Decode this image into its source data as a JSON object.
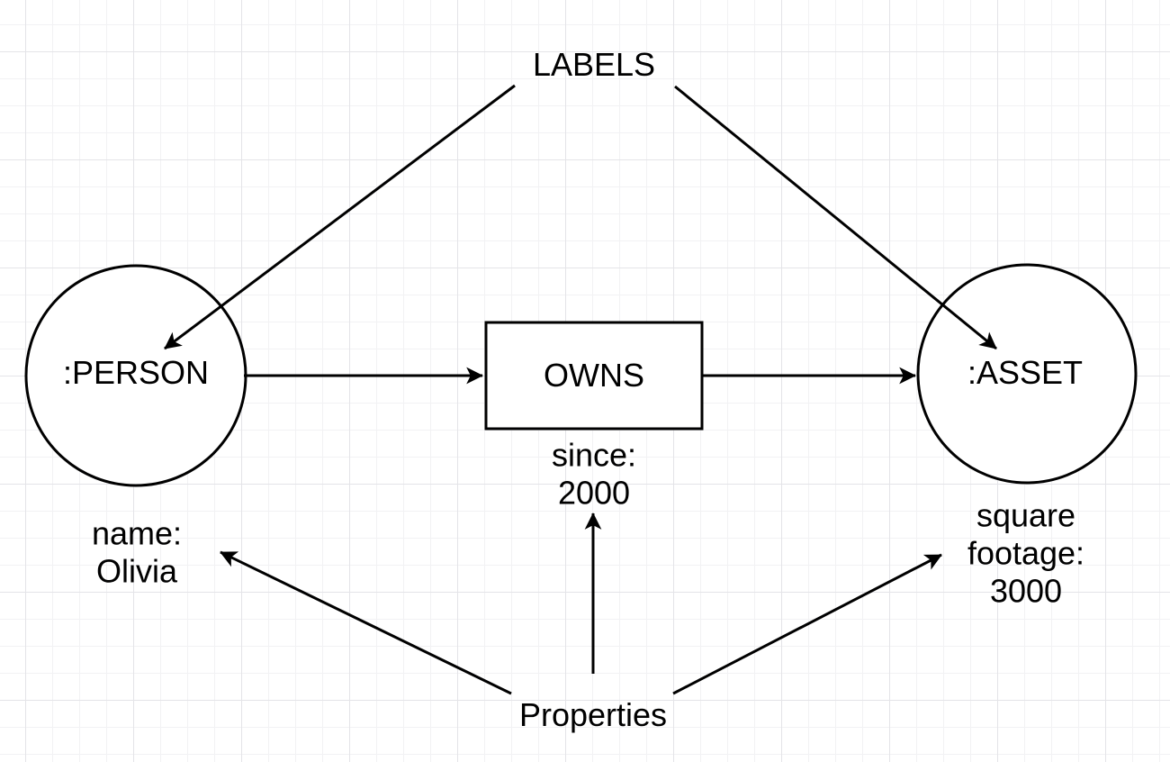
{
  "canvas": {
    "labels_annotation": "LABELS",
    "properties_annotation": "Properties"
  },
  "nodes": {
    "person": {
      "label": ":PERSON",
      "property": "name:\nOlivia"
    },
    "asset": {
      "label": ":ASSET",
      "property": "square\nfootage:\n3000"
    }
  },
  "relationship": {
    "label": "OWNS",
    "property": "since:\n2000"
  },
  "colors": {
    "ink": "#000000",
    "shape_fill": "#ffffff",
    "grid_minor": "#f2f2f4",
    "grid_major": "#e4e4e8"
  }
}
